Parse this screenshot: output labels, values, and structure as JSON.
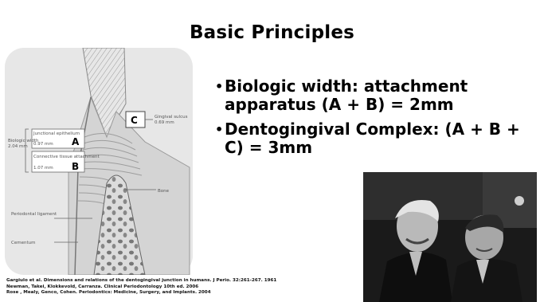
{
  "title": "Basic Principles",
  "bullets": [
    "Biologic width:  attachment apparatus (A + B) = 2mm",
    "Dentogingival Complex:  (A + B + C) = 3mm"
  ],
  "diagram": {
    "biologic_width_label": "Biologic width",
    "biologic_width_value": "2.04 mm",
    "junctional_epithelium_label": "Junctional epithelium",
    "junctional_epithelium_value": "0.97 mm",
    "connective_tissue_label": "Connective tissue attachment",
    "connective_tissue_value": "1.07 mm",
    "gingival_sulcus_label": "Gingival sulcus",
    "gingival_sulcus_value": "0.69 mm",
    "bone_label": "Bone",
    "periodontal_ligament_label": "Periodontal ligament",
    "cementum_label": "Cementum",
    "letter_a": "A",
    "letter_b": "B",
    "letter_c": "C"
  },
  "references": [
    "Gargiulo et al. Dimensions and relations of the dentogingival junction in humans. J Perio.  32:261-267.  1961",
    "Newman, Takei, Klokkevold, Carranza. Clinical Periodontology 10th ed. 2006",
    "Rose , Mealy, Genco, Cohen.  Periodontics:  Medicine, Surgery, and Implants. 2004"
  ]
}
